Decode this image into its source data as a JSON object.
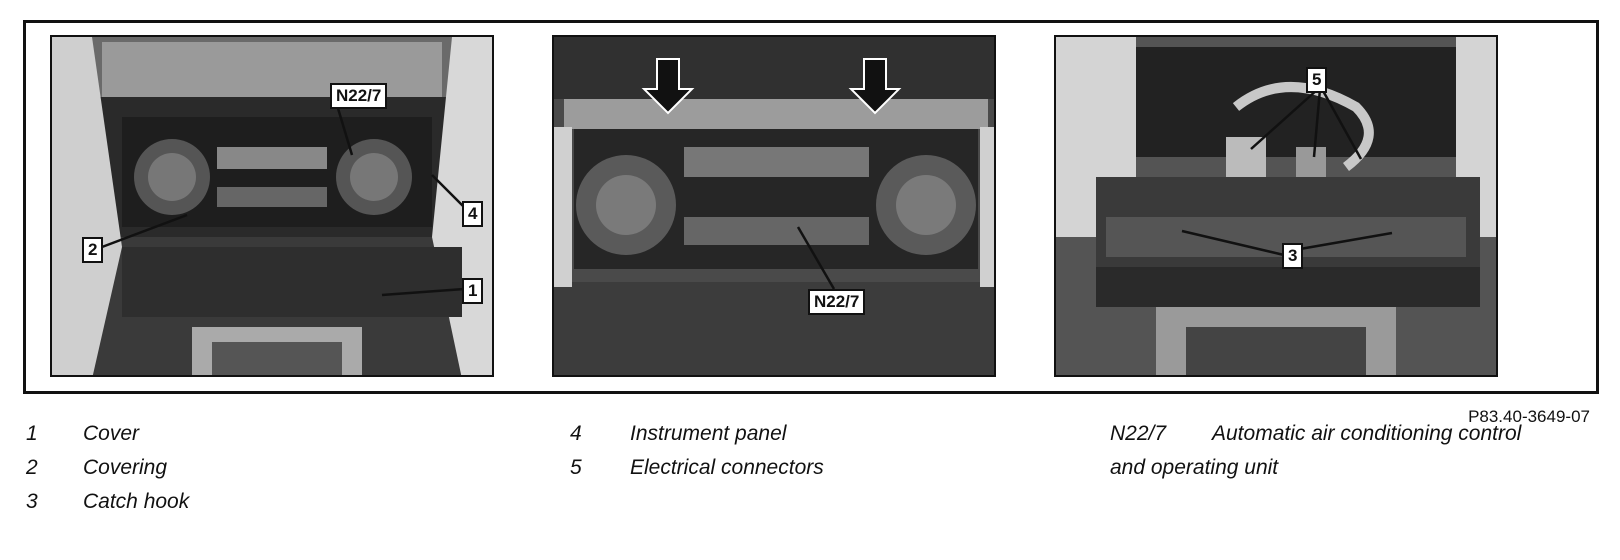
{
  "figure": {
    "reference": "P83.40-3649-07",
    "callouts": {
      "p1_n22": "N22/7",
      "p1_4": "4",
      "p1_2": "2",
      "p1_1": "1",
      "p2_n22": "N22/7",
      "p3_5": "5",
      "p3_3": "3"
    }
  },
  "legend": {
    "col1": [
      {
        "num": "1",
        "text": "Cover"
      },
      {
        "num": "2",
        "text": "Covering"
      },
      {
        "num": "3",
        "text": "Catch hook"
      }
    ],
    "col2": [
      {
        "num": "4",
        "text": "Instrument panel"
      },
      {
        "num": "5",
        "text": "Electrical connectors"
      }
    ],
    "col3": {
      "num": "N22/7",
      "text_line1": "Automatic air conditioning control",
      "text_line2": "and operating unit"
    }
  }
}
